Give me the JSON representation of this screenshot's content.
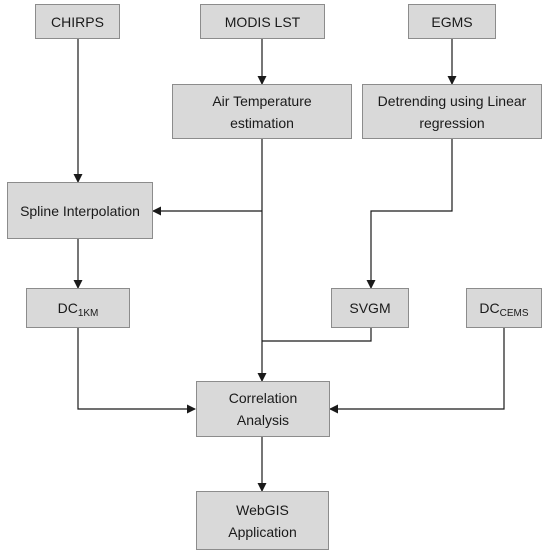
{
  "nodes": {
    "chirps": {
      "label": "CHIRPS"
    },
    "modis_lst": {
      "label": "MODIS LST"
    },
    "egms": {
      "label": "EGMS"
    },
    "air_temp": {
      "line1": "Air Temperature",
      "line2": "estimation"
    },
    "detrending": {
      "line1": "Detrending using Linear",
      "line2": "regression"
    },
    "spline": {
      "label": "Spline Interpolation"
    },
    "dc_1km": {
      "base": "DC",
      "sub": "1KM"
    },
    "svgm": {
      "label": "SVGM"
    },
    "dc_cems": {
      "base": "DC",
      "sub": "CEMS"
    },
    "correlation": {
      "line1": "Correlation",
      "line2": "Analysis"
    },
    "webgis": {
      "line1": "WebGIS",
      "line2": "Application"
    }
  },
  "colors": {
    "box_fill": "#d9d9d9",
    "box_border": "#8c8c8c",
    "connector": "#1a1a1a"
  }
}
